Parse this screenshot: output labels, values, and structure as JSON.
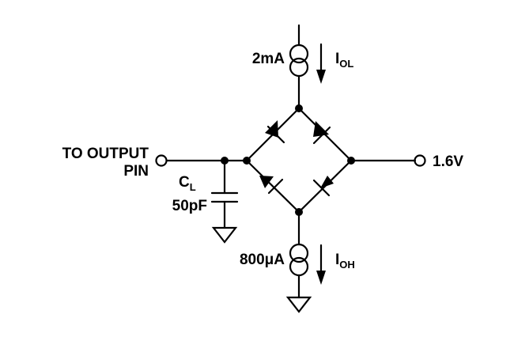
{
  "labels": {
    "output_pin_line1": "TO OUTPUT",
    "output_pin_line2": "PIN",
    "voltage": "1.6V",
    "capacitor_name": "C",
    "capacitor_sub": "L",
    "capacitor_value": "50pF",
    "top_current": "2mA",
    "top_current_name": "I",
    "top_current_sub": "OL",
    "bottom_current": "800μA",
    "bottom_current_name": "I",
    "bottom_current_sub": "OH"
  }
}
